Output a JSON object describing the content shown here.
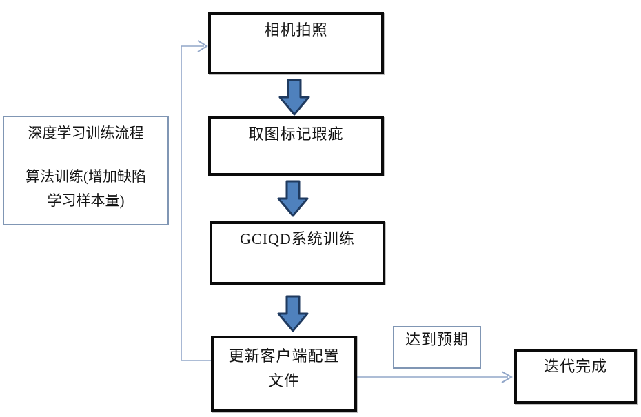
{
  "diagram": {
    "title": "deep-learning-training-flowchart",
    "left_note": {
      "line1": "深度学习训练流程",
      "line2": "算法训练(增加缺陷",
      "line3": "学习样本量)"
    },
    "nodes": {
      "camera": {
        "label": "相机拍照"
      },
      "label_defects": {
        "label": "取图标记瑕疵"
      },
      "system_training": {
        "label": "GCIQD系统训练"
      },
      "update_config": {
        "label_line1": "更新客户端配置",
        "label_line2": "文件"
      },
      "iteration_done": {
        "label": "迭代完成"
      }
    },
    "edge_labels": {
      "expected": "达到预期"
    },
    "colors": {
      "box_border": "#0a0a0a",
      "note_border": "#8096b4",
      "connector": "#92a7c9",
      "block_arrow_fill": "#4f81bd",
      "block_arrow_stroke": "#1f3a5f",
      "text": "#141414",
      "background": "#ffffff"
    }
  }
}
